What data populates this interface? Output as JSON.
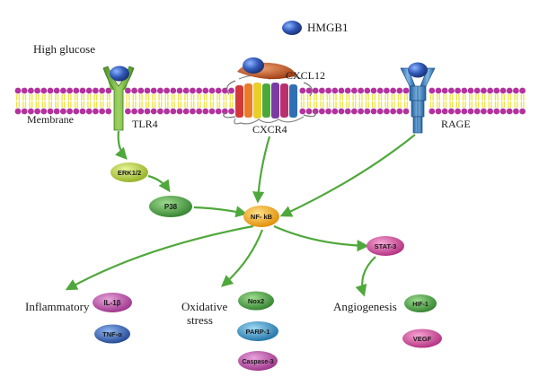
{
  "labels": {
    "hmgb1": "HMGB1",
    "high_glucose": "High glucose",
    "membrane": "Membrane",
    "cxcl12": "CXCL12",
    "tlr4": "TLR4",
    "cxcr4": "CXCR4",
    "rage": "RAGE",
    "inflammatory": "Inflammatory",
    "oxidative_line1": "Oxidative",
    "oxidative_line2": "stress",
    "angiogenesis": "Angiogenesis"
  },
  "nodes": {
    "erk": "ERK1/2",
    "p38": "P38",
    "nfkb": "NF- kB",
    "stat3": "STAT-3",
    "il1b": "IL-1β",
    "tnfa": "TNF-α",
    "nox2": "Nox2",
    "parp1": "PARP-1",
    "caspase3": "Caspase-3",
    "hif1": "HIF-1",
    "vegf": "VEGF"
  },
  "colors": {
    "membrane_head": "#b3329e",
    "membrane_tail": "#f0e447",
    "arrow": "#4fa83b",
    "hmgb1": "#3058b8",
    "tlr4": "#6cb33f",
    "rage": "#3d86c6",
    "cxcl12": "#c8571f",
    "erk": "#b7d12f",
    "p38": "#46a341",
    "nfkb": "#f2a81a",
    "stat3": "#d94a9b",
    "il1b": "#c34ba6",
    "tnfa": "#2e5fae",
    "nox2": "#3f9a3a",
    "parp1": "#2f93c9",
    "caspase3": "#c75bb5",
    "hif1": "#3f9a3a",
    "vegf": "#c54a9e"
  }
}
